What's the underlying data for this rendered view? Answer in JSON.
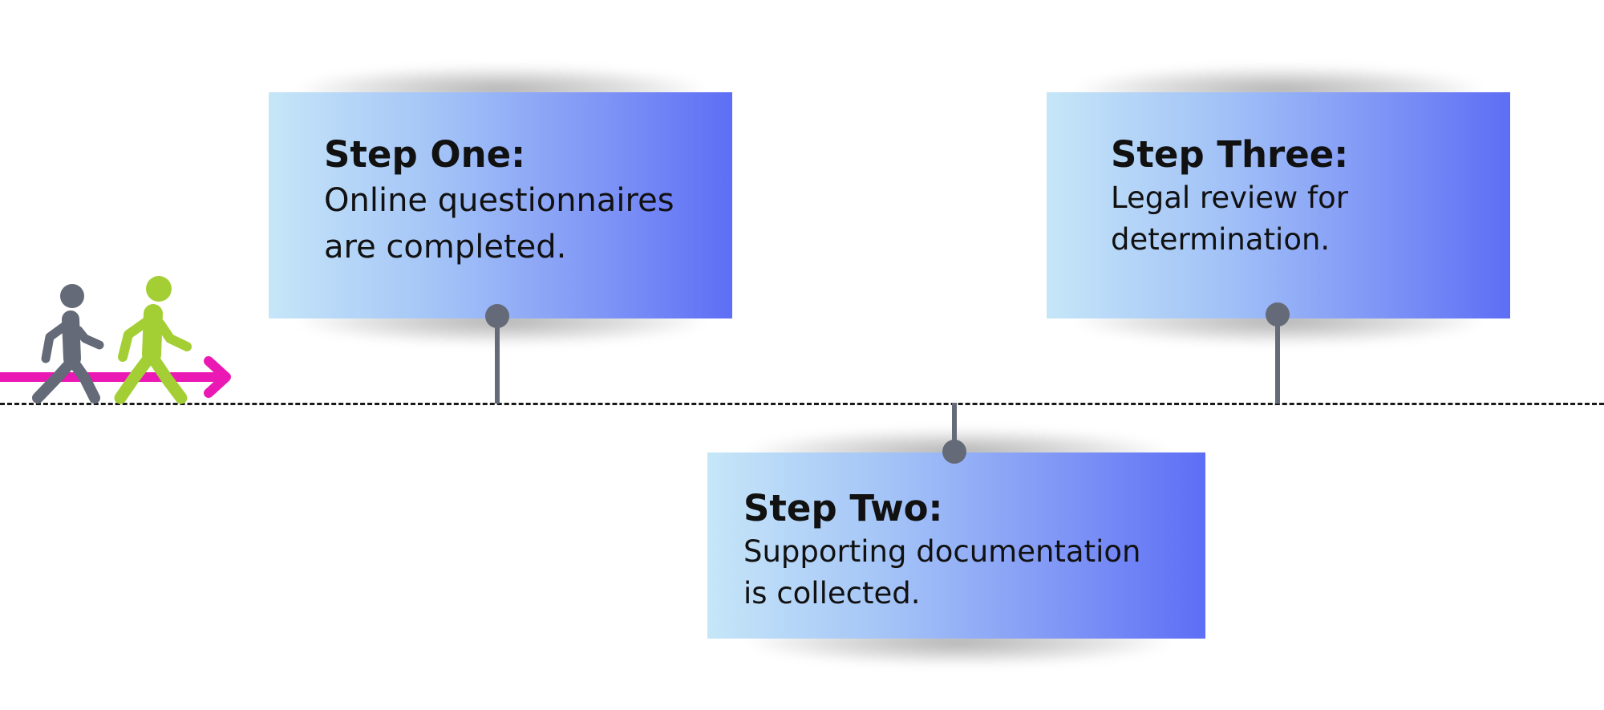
{
  "steps": [
    {
      "title": "Step One:",
      "text": "Online questionnaires\nare completed."
    },
    {
      "title": "Step Two:",
      "text": "Supporting documentation\nis collected."
    },
    {
      "title": "Step Three:",
      "text": "Legal review for\ndetermination."
    }
  ],
  "icons": {
    "walker_back": "walking-person-icon",
    "walker_front": "walking-person-icon",
    "arrow": "arrow-right-icon"
  },
  "colors": {
    "timeline": "#1a1a1a",
    "pin": "#646a78",
    "arrow": "#ea19b4",
    "walker_back": "#646a78",
    "walker_front": "#a3cf35",
    "card_gradient_start": "#c6e6f8",
    "card_gradient_end": "#5d6ef5"
  }
}
